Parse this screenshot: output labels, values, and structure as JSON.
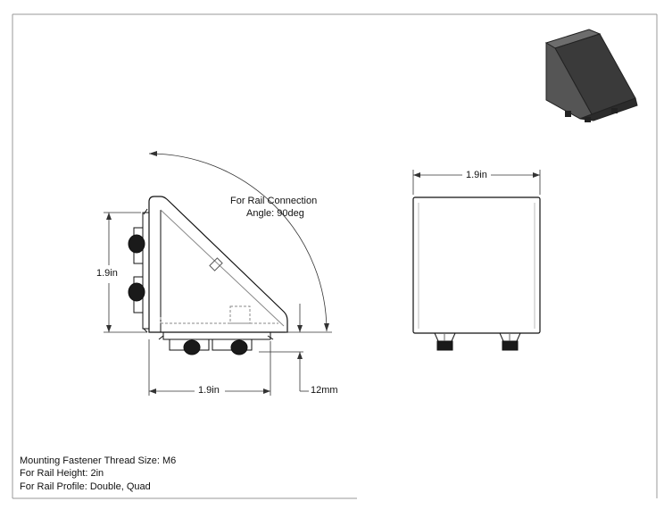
{
  "dimensions": {
    "left_height": "1.9in",
    "bottom_width": "1.9in",
    "right_width": "1.9in",
    "nut_depth": "12mm"
  },
  "rail_connection": {
    "line1": "For Rail Connection",
    "line2": "Angle: 90deg"
  },
  "notes": [
    "Mounting Fastener Thread Size: M6",
    "For Rail Height: 2in",
    "For Rail Profile: Double, Quad"
  ]
}
